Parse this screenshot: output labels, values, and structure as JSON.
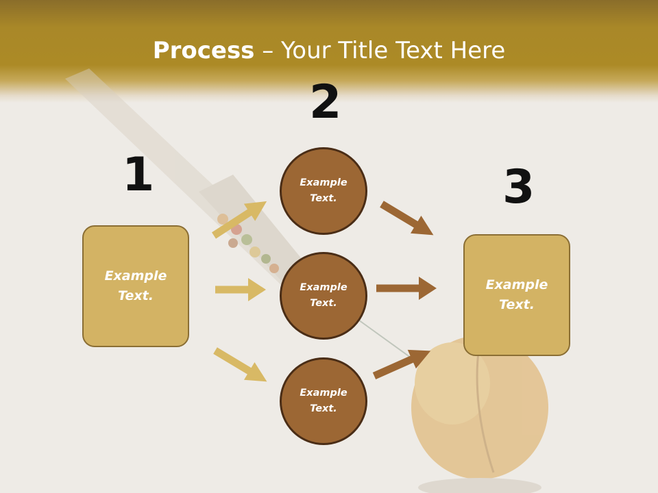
{
  "title": {
    "bold": "Process",
    "rest": " – Your Title Text Here"
  },
  "steps": {
    "one": {
      "number": "1",
      "box_text": "Example Text."
    },
    "two": {
      "number": "2",
      "circle_top": "Example Text.",
      "circle_middle": "Example Text.",
      "circle_bottom": "Example Text."
    },
    "three": {
      "number": "3",
      "box_text": "Example Text."
    }
  },
  "colors": {
    "header": "#ac8a26",
    "box_fill": "#d3b364",
    "circle_fill": "#9c6734",
    "left_arrow": "#d8b965",
    "right_arrow": "#9c6734"
  }
}
